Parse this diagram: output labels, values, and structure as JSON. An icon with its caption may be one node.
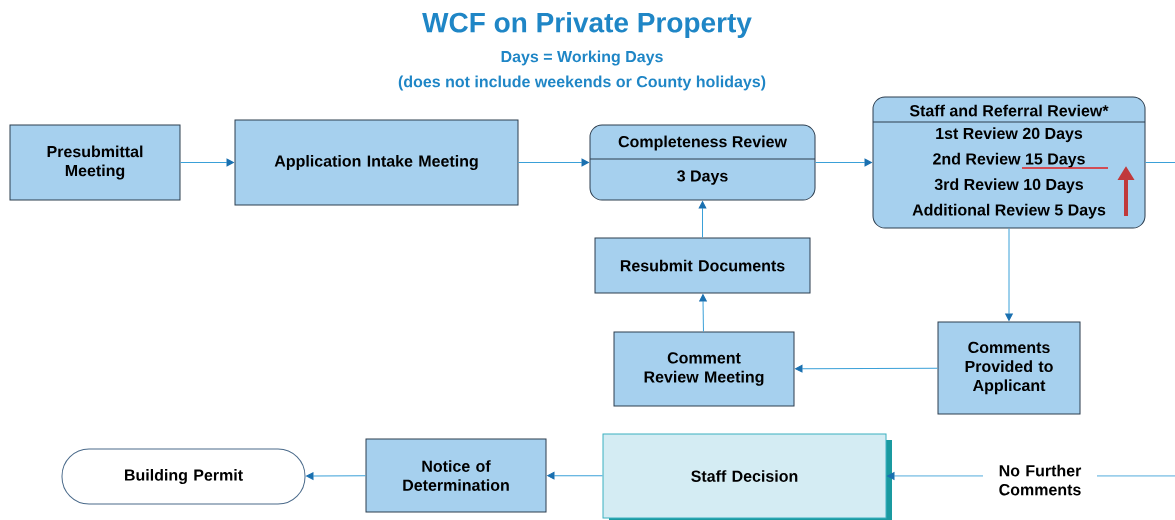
{
  "diagram": {
    "title": "WCF on Private Property",
    "nodes": [
      {
        "text": [
          "Presubmittal Meeting"
        ]
      },
      {
        "text": [
          "Application Intake Meeting"
        ]
      },
      {
        "text": [
          "Completeness Review",
          "3 Days"
        ]
      },
      {
        "text": [
          "Staff and Referral Review*",
          "1st Review 20  Days",
          "2nd Review 15 Days",
          "3rd Review 10 Days",
          "Additional Review 5  Days"
        ]
      },
      {
        "text": [
          "Resubmit Documents"
        ]
      },
      {
        "text": [
          "Comment Review Meeting"
        ]
      },
      {
        "text": [
          "Comments Provided to Applicant"
        ]
      },
      {
        "text": [
          "Building Permit"
        ]
      },
      {
        "text": [
          "Notice of Determination"
        ]
      },
      {
        "text": [
          "Staff Decision"
        ]
      }
    ],
    "edges": [
      {
        "from": 0,
        "to": 1,
        "arrow": "to"
      },
      {
        "from": 1,
        "to": 2,
        "arrow": "to"
      },
      {
        "from": 2,
        "to": 3,
        "arrow": "to"
      },
      {
        "from": 3,
        "to": 6,
        "arrow": "to"
      },
      {
        "from": 6,
        "to": 5,
        "arrow": "to"
      },
      {
        "from": 5,
        "to": 4,
        "arrow": "to"
      },
      {
        "from": 4,
        "to": 2,
        "arrow": "to"
      },
      {
        "from": 3,
        "to": null,
        "arrow": "none"
      },
      {
        "from": null,
        "to": 9,
        "arrow": "to",
        "label": "No Further Comments"
      },
      {
        "from": 9,
        "to": 8,
        "arrow": "to"
      },
      {
        "from": 8,
        "to": 7,
        "arrow": "to"
      }
    ],
    "labels": [
      "Days = Working Days",
      "(does not include weekends or County holidays)"
    ]
  }
}
